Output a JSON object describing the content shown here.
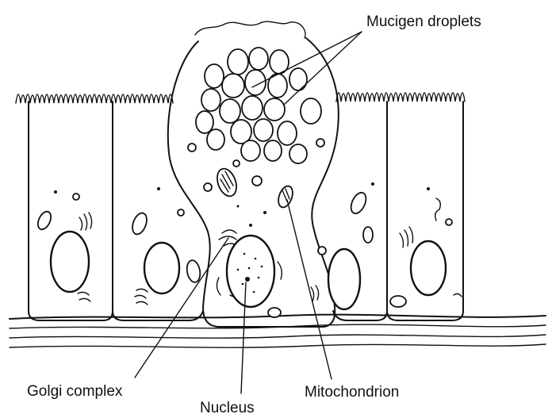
{
  "labels": {
    "mucigen": "Mucigen droplets",
    "golgi": "Golgi complex",
    "nucleus": "Nucleus",
    "mito": "Mitochondrion"
  },
  "colors": {
    "ink": "#111111",
    "paper": "#ffffff"
  }
}
